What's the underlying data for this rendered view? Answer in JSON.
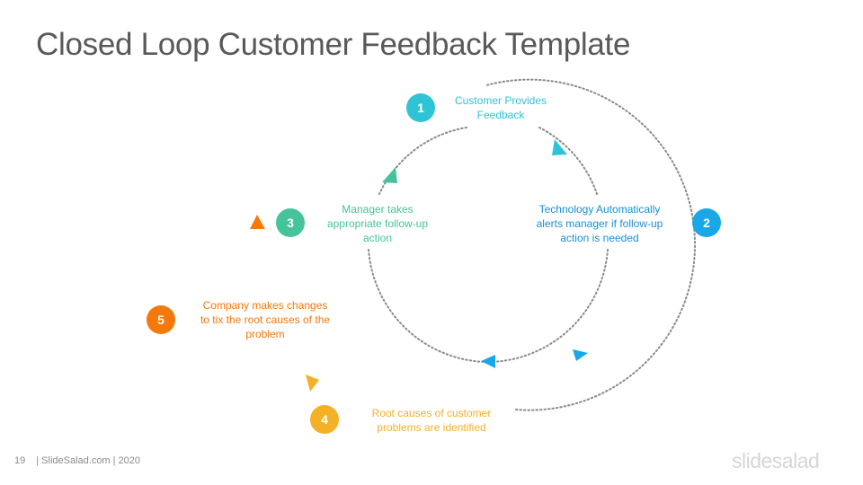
{
  "slide": {
    "title": "Closed Loop Customer Feedback Template"
  },
  "steps": [
    {
      "number": "1",
      "lines": [
        "Customer Provides",
        "Feedback"
      ],
      "color": "#2ec4d6"
    },
    {
      "number": "2",
      "lines": [
        "Technology Automatically",
        "alerts manager if follow-up",
        "action is needed"
      ],
      "color": "#1aa7e8"
    },
    {
      "number": "3",
      "lines": [
        "Manager takes",
        "appropriate follow-up",
        "action"
      ],
      "color": "#45c39b"
    },
    {
      "number": "4",
      "lines": [
        "Root causes of customer",
        "problems are identified"
      ],
      "color": "#f5b125"
    },
    {
      "number": "5",
      "lines": [
        "Company makes changes",
        "to tix the root causes of the",
        "problem"
      ],
      "color": "#f5780a"
    }
  ],
  "footer": {
    "page_number": "19",
    "credit": "| SlideSalad.com | 2020",
    "brand": "slidesalad"
  }
}
